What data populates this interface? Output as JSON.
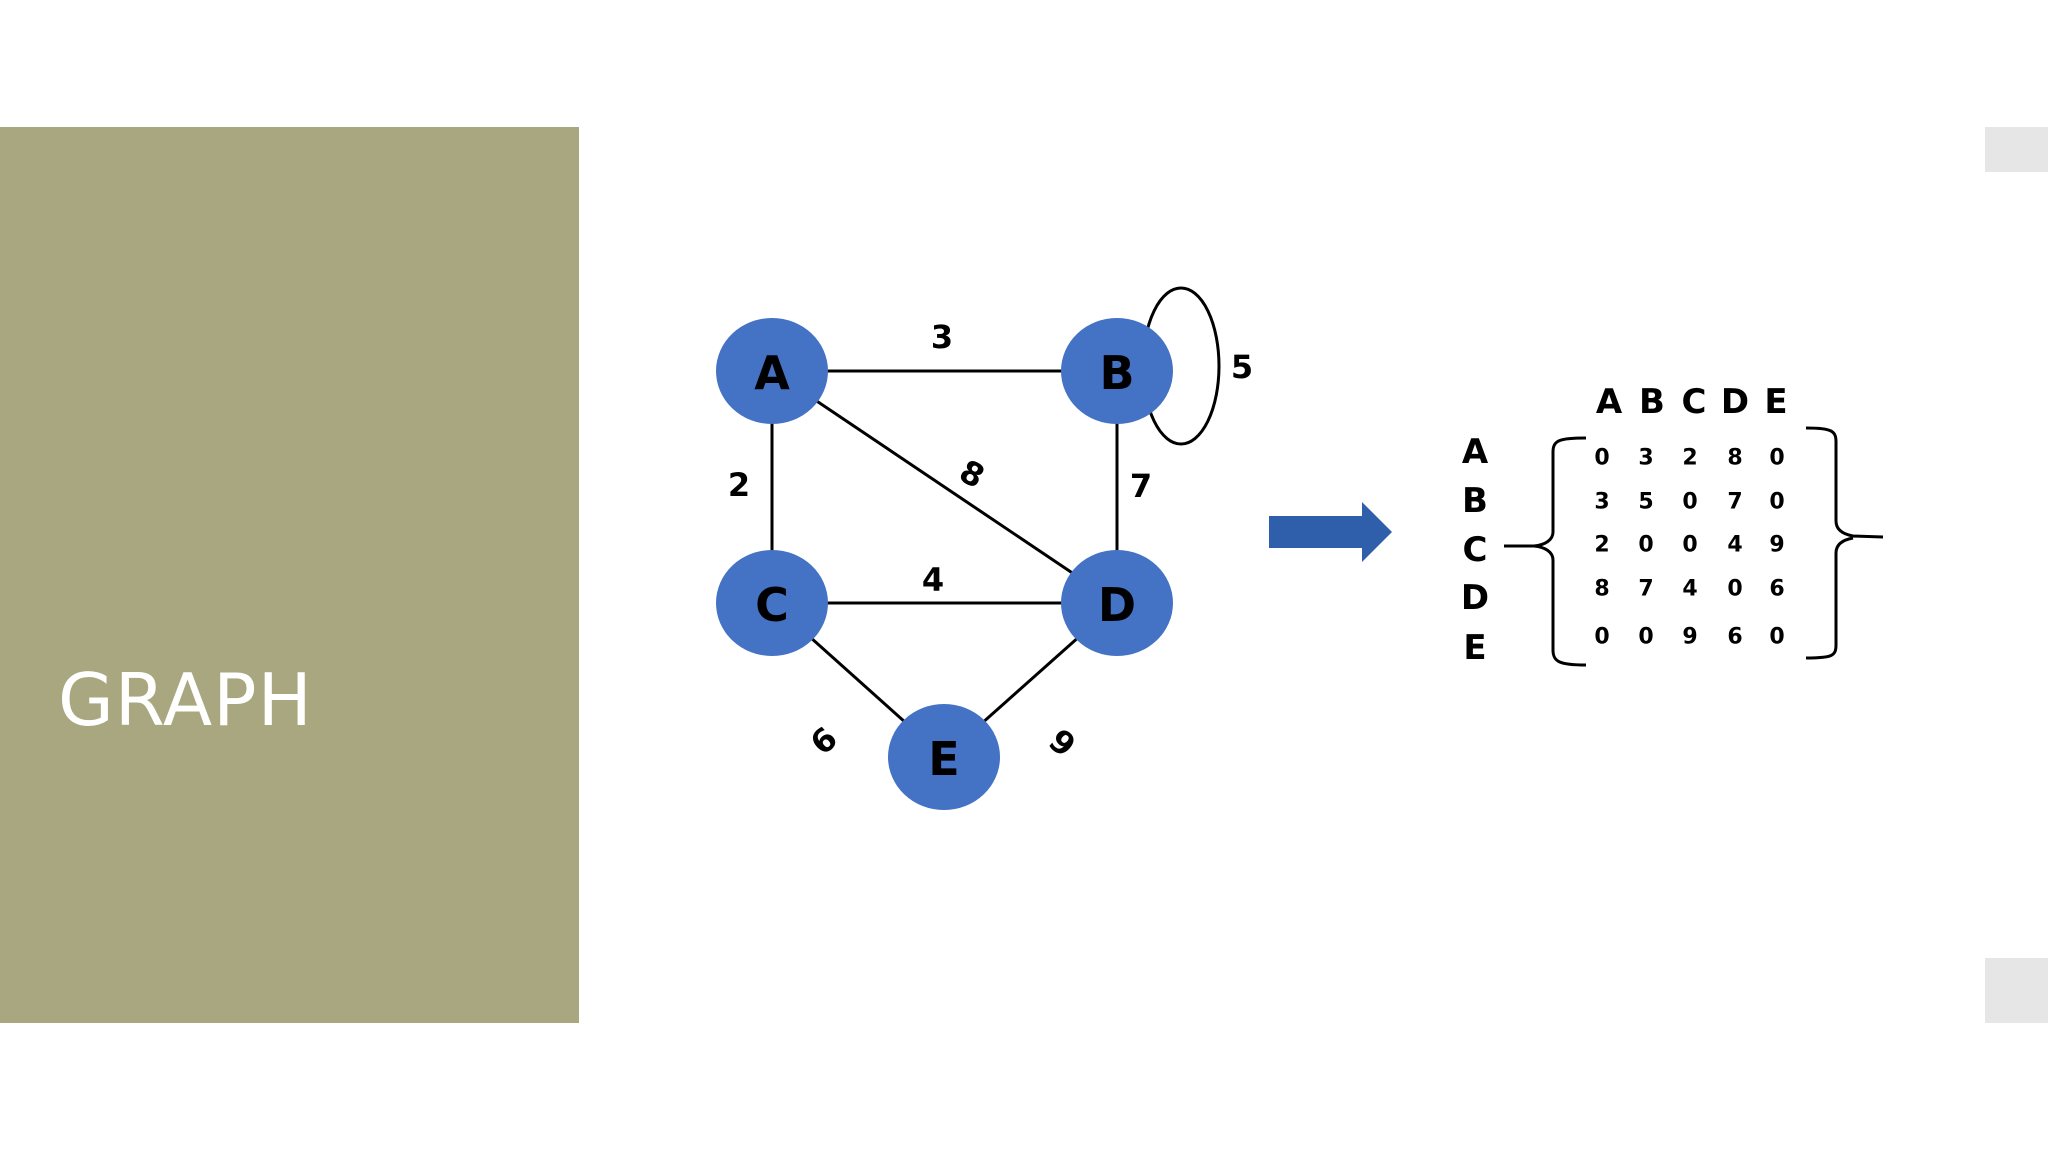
{
  "slide": {
    "title": "GRAPH"
  },
  "colors": {
    "panel": "#a9a77f",
    "node": "#4472c4",
    "arrow": "#2f5eab",
    "edge": "#000000"
  },
  "graph": {
    "nodes": [
      {
        "id": "A",
        "label": "A"
      },
      {
        "id": "B",
        "label": "B"
      },
      {
        "id": "C",
        "label": "C"
      },
      {
        "id": "D",
        "label": "D"
      },
      {
        "id": "E",
        "label": "E"
      }
    ],
    "edges": [
      {
        "from": "A",
        "to": "B",
        "weight": "3"
      },
      {
        "from": "A",
        "to": "C",
        "weight": "2"
      },
      {
        "from": "A",
        "to": "D",
        "weight": "8"
      },
      {
        "from": "B",
        "to": "D",
        "weight": "7"
      },
      {
        "from": "C",
        "to": "D",
        "weight": "4"
      },
      {
        "from": "C",
        "to": "E",
        "weight": "9"
      },
      {
        "from": "D",
        "to": "E",
        "weight": "6"
      },
      {
        "from": "B",
        "to": "B",
        "weight": "5"
      }
    ]
  },
  "matrix": {
    "column_headers": [
      "A",
      "B",
      "C",
      "D",
      "E"
    ],
    "row_headers": [
      "A",
      "B",
      "C",
      "D",
      "E"
    ],
    "rows": [
      [
        "0",
        "3",
        "2",
        "8",
        "0"
      ],
      [
        "3",
        "5",
        "0",
        "7",
        "0"
      ],
      [
        "2",
        "0",
        "0",
        "4",
        "9"
      ],
      [
        "8",
        "7",
        "4",
        "0",
        "6"
      ],
      [
        "0",
        "0",
        "9",
        "6",
        "0"
      ]
    ]
  }
}
